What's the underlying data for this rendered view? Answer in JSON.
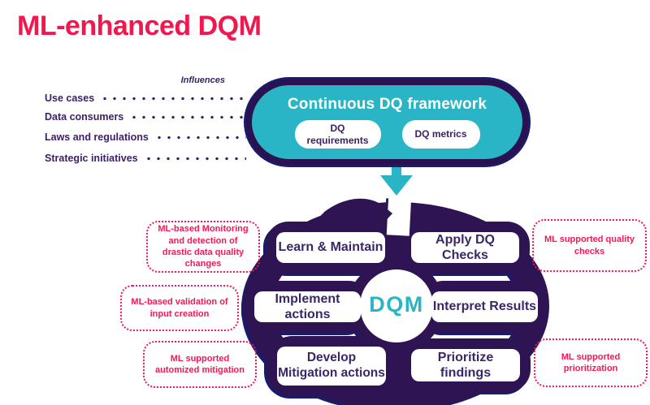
{
  "title": "ML-enhanced DQM",
  "influences": {
    "heading": "Influences",
    "items": [
      "Use cases",
      "Data consumers",
      "Laws and regulations",
      "Strategic initiatives"
    ]
  },
  "framework": {
    "title": "Continuous DQ framework",
    "chips": [
      "DQ requirements",
      "DQ metrics"
    ]
  },
  "cycle": {
    "center": "DQM",
    "steps": [
      "Learn & Maintain",
      "Apply DQ Checks",
      "Implement actions",
      "Interpret Results",
      "Develop Mitigation actions",
      "Prioritize findings"
    ]
  },
  "annotations": [
    "ML-based Monitoring and detection of drastic data quality changes",
    "ML supported quality checks",
    "ML-based validation of input creation",
    "ML supported automized mitigation",
    "ML supported prioritization"
  ],
  "colors": {
    "title_pink": "#F0184F",
    "annotation_pink": "#FD1456",
    "dark_purple": "#2F1453",
    "navy_glow": "#1A1B6A",
    "teal": "#2AB5C6",
    "text_purple": "#3B2767"
  }
}
